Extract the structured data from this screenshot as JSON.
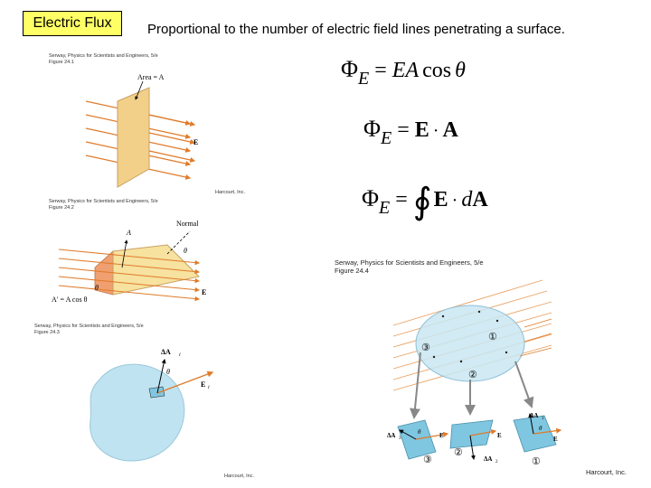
{
  "title": "Electric Flux",
  "subtitle": "Proportional to the number of electric field lines penetrating a surface.",
  "figures": {
    "fig1": {
      "caption": "Serway, Physics for Scientists and Engineers, 5/e\nFigure 24.1",
      "area_label": "Area = A",
      "field_label": "E",
      "publisher": "Harcourt, Inc."
    },
    "fig2": {
      "caption": "Serway, Physics for Scientists and Engineers, 5/e\nFigure 24.2",
      "normal_label": "Normal",
      "area_label": "A",
      "theta_label": "θ",
      "projection_label": "A′ = A cos θ",
      "field_label": "E"
    },
    "fig3": {
      "caption": "Serway, Physics for Scientists and Engineers, 5/e\nFigure 24.3",
      "dA_label": "ΔA",
      "dA_sub": "i",
      "theta_label": "θ",
      "field_label": "E",
      "field_sub": "i",
      "publisher": "Harcourt, Inc."
    },
    "fig4": {
      "caption": "Serway, Physics for Scientists and Engineers, 5/e\nFigure 24.4",
      "publisher": "Harcourt, Inc.",
      "markers": [
        "①",
        "②",
        "③"
      ],
      "dA1": "ΔA",
      "dA1_sub": "1",
      "dA2": "ΔA",
      "dA2_sub": "2",
      "dA3": "ΔA",
      "dA3_sub": "3",
      "theta": "θ",
      "field": "E"
    }
  },
  "equations": {
    "eq1": {
      "phi": "Φ",
      "sub": "E",
      "eq": "=",
      "EA": "EA",
      "cos": "cos",
      "theta": "θ"
    },
    "eq2": {
      "phi": "Φ",
      "sub": "E",
      "eq": "=",
      "E": "E",
      "dot": "·",
      "A": "A"
    },
    "eq3": {
      "phi": "Φ",
      "sub": "E",
      "eq": "=",
      "integral": "∮",
      "E": "E",
      "dot": "·",
      "d": "d",
      "A": "A"
    }
  },
  "colors": {
    "title_bg": "#ffff66",
    "field_line": "#e07b2a",
    "plane": "#f2d08a",
    "surface": "#bfe3f0"
  }
}
